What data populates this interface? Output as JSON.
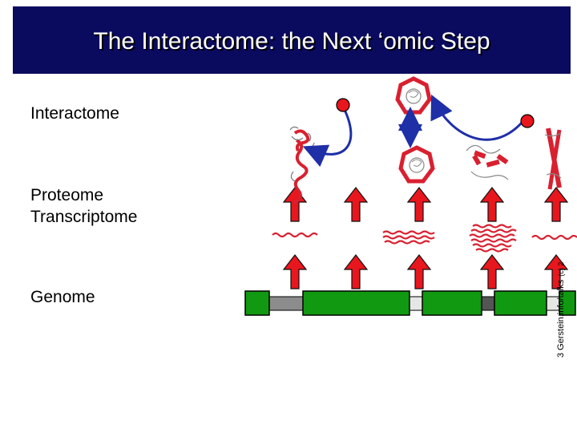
{
  "title": "The Interactome: the Next ‘omic Step",
  "labels": {
    "interactome": "Interactome",
    "proteome": "Proteome",
    "transcriptome": "Transcriptome",
    "genome": "Genome"
  },
  "side_text": {
    "main": "3 Gerstein.info/talks",
    "small": "(c) 2"
  },
  "colors": {
    "title_bg": "#0a0a5e",
    "arrow": "#e8161d",
    "arrow_outline": "#111111",
    "exon": "#119911",
    "intron": "#8c8c8c",
    "interaction_arrow": "#1f2fa8",
    "protein": "#d92030"
  },
  "icons": [
    "red-up-arrow-icon",
    "interaction-arrow-icon",
    "protein-structure-icon",
    "mrna-wave-icon"
  ]
}
